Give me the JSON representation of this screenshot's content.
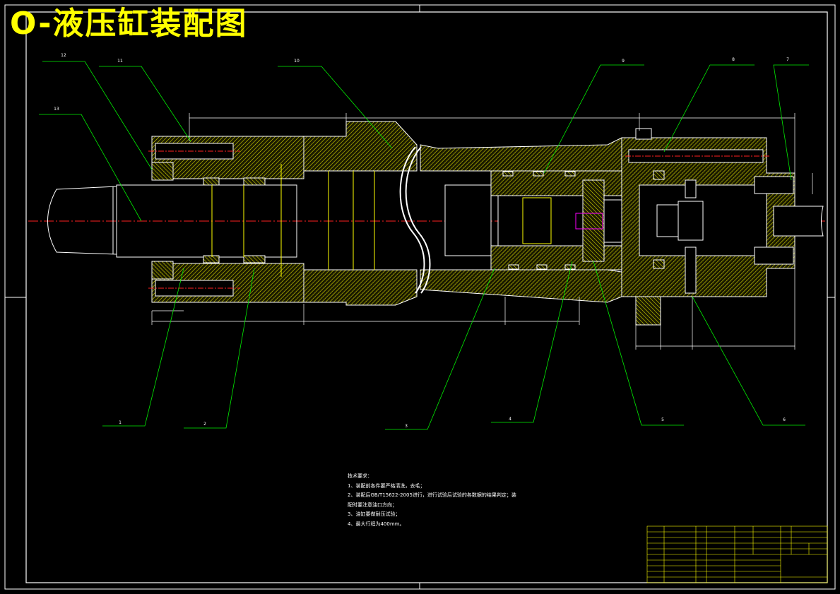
{
  "title": "O-液压缸装配图",
  "part_callouts": [
    "1",
    "2",
    "3",
    "4",
    "5",
    "6",
    "7",
    "8",
    "9",
    "10",
    "11",
    "12",
    "13"
  ],
  "technical_notes": [
    "技术要求：",
    "1、装配前各件要严格清洗，去毛；",
    "2、装配后GB/T15622-2005进行，进行试验后试验的各数据的结果判定；装",
    "配时要注意油口方向；",
    "3、油缸要做耐压试验；",
    "4、最大行程为400mm。"
  ],
  "colors": {
    "background": "#000000",
    "frame": "#ffffff",
    "section_fill": "#ffff00",
    "outline": "#ffffff",
    "leader": "#00ff00",
    "centerline": "#ff0000",
    "accent": "#ff00ff",
    "title": "#ffff00"
  }
}
